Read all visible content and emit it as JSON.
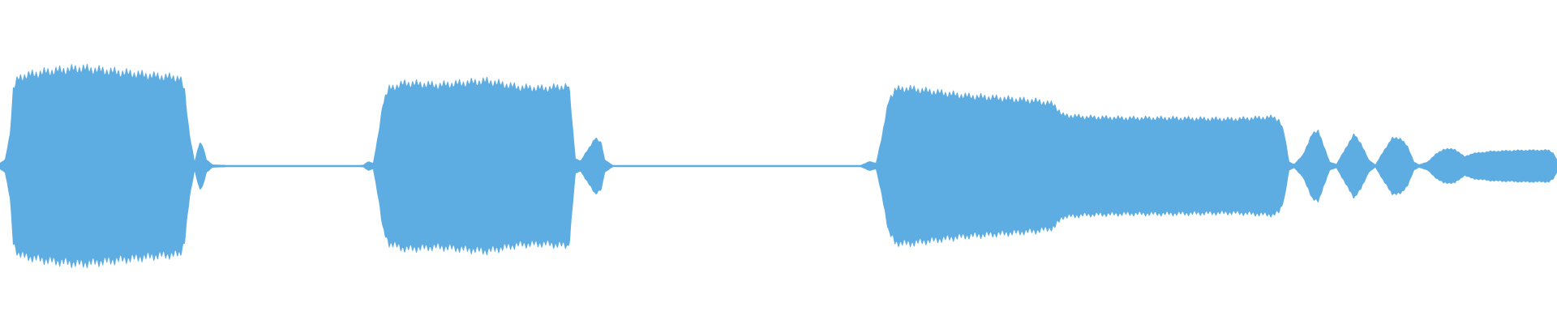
{
  "waveform": {
    "color": "#5dace2",
    "background": "#ffffff",
    "duration_units": 1920,
    "envelope": [
      [
        0,
        0.03
      ],
      [
        6,
        0.06
      ],
      [
        12,
        0.3
      ],
      [
        16,
        0.72
      ],
      [
        22,
        0.82
      ],
      [
        30,
        0.85
      ],
      [
        60,
        0.89
      ],
      [
        100,
        0.92
      ],
      [
        150,
        0.88
      ],
      [
        200,
        0.84
      ],
      [
        222,
        0.83
      ],
      [
        228,
        0.7
      ],
      [
        234,
        0.3
      ],
      [
        240,
        0.05
      ],
      [
        246,
        0.22
      ],
      [
        250,
        0.2
      ],
      [
        255,
        0.06
      ],
      [
        262,
        0.015
      ],
      [
        285,
        0.008
      ],
      [
        440,
        0.007
      ],
      [
        448,
        0.012
      ],
      [
        454,
        0.045
      ],
      [
        460,
        0.03
      ],
      [
        466,
        0.28
      ],
      [
        472,
        0.6
      ],
      [
        480,
        0.73
      ],
      [
        500,
        0.78
      ],
      [
        540,
        0.76
      ],
      [
        600,
        0.8
      ],
      [
        640,
        0.74
      ],
      [
        670,
        0.73
      ],
      [
        700,
        0.75
      ],
      [
        703,
        0.68
      ],
      [
        706,
        0.4
      ],
      [
        710,
        0.07
      ],
      [
        716,
        0.05
      ],
      [
        724,
        0.15
      ],
      [
        734,
        0.26
      ],
      [
        742,
        0.22
      ],
      [
        746,
        0.06
      ],
      [
        756,
        0.008
      ],
      [
        1060,
        0.006
      ],
      [
        1066,
        0.025
      ],
      [
        1072,
        0.045
      ],
      [
        1080,
        0.03
      ],
      [
        1088,
        0.3
      ],
      [
        1096,
        0.63
      ],
      [
        1104,
        0.72
      ],
      [
        1120,
        0.73
      ],
      [
        1150,
        0.7
      ],
      [
        1190,
        0.66
      ],
      [
        1230,
        0.64
      ],
      [
        1280,
        0.61
      ],
      [
        1300,
        0.58
      ],
      [
        1310,
        0.48
      ],
      [
        1340,
        0.46
      ],
      [
        1390,
        0.45
      ],
      [
        1440,
        0.45
      ],
      [
        1520,
        0.44
      ],
      [
        1570,
        0.46
      ],
      [
        1578,
        0.43
      ],
      [
        1584,
        0.3
      ],
      [
        1590,
        0.04
      ],
      [
        1596,
        0.02
      ],
      [
        1606,
        0.1
      ],
      [
        1618,
        0.3
      ],
      [
        1626,
        0.34
      ],
      [
        1632,
        0.2
      ],
      [
        1640,
        0.04
      ],
      [
        1648,
        0.02
      ],
      [
        1660,
        0.18
      ],
      [
        1670,
        0.3
      ],
      [
        1678,
        0.22
      ],
      [
        1688,
        0.06
      ],
      [
        1696,
        0.015
      ],
      [
        1706,
        0.14
      ],
      [
        1716,
        0.26
      ],
      [
        1728,
        0.26
      ],
      [
        1736,
        0.18
      ],
      [
        1744,
        0.04
      ],
      [
        1750,
        0.015
      ],
      [
        1760,
        0.04
      ],
      [
        1770,
        0.11
      ],
      [
        1780,
        0.16
      ],
      [
        1794,
        0.16
      ],
      [
        1806,
        0.09
      ],
      [
        1816,
        0.12
      ],
      [
        1840,
        0.14
      ],
      [
        1880,
        0.15
      ],
      [
        1910,
        0.15
      ],
      [
        1916,
        0.12
      ],
      [
        1920,
        0.06
      ]
    ]
  }
}
